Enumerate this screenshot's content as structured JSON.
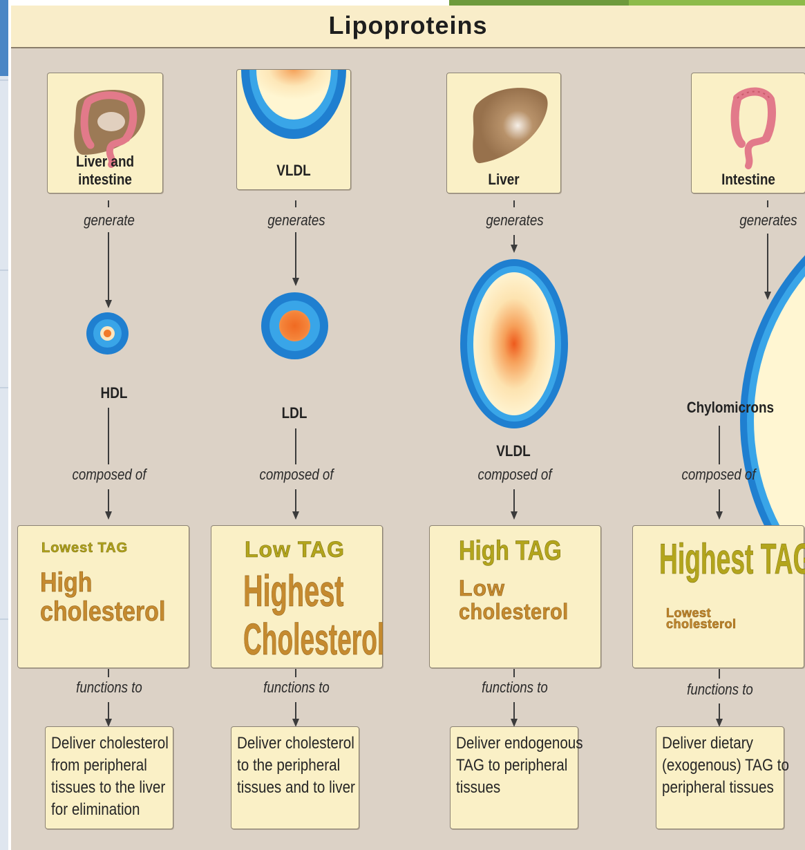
{
  "title": "Lipoproteins",
  "columns": [
    {
      "source": "Liver and intestine",
      "source_icon": "liver-intestine-icon",
      "verb_generate": "generate",
      "particle": "HDL",
      "verb_composed": "composed of",
      "tag_text": "Lowest TAG",
      "chol_text_1": "High",
      "chol_text_2": "cholesterol",
      "verb_functions": "functions to",
      "function_lines": [
        "Deliver cholesterol",
        "from peripheral",
        "tissues to the liver",
        "for elimination"
      ]
    },
    {
      "source": "VLDL",
      "source_icon": "vldl-particle-icon",
      "verb_generate": "generates",
      "particle": "LDL",
      "verb_composed": "composed of",
      "tag_text": "Low TAG",
      "chol_text_1": "Highest",
      "chol_text_2": "Cholesterol",
      "verb_functions": "functions to",
      "function_lines": [
        "Deliver cholesterol",
        "to the peripheral",
        "tissues and to liver"
      ]
    },
    {
      "source": "Liver",
      "source_icon": "liver-icon",
      "verb_generate": "generates",
      "particle": "VLDL",
      "verb_composed": "composed of",
      "tag_text": "High TAG",
      "chol_text_1": "Low",
      "chol_text_2": "cholesterol",
      "verb_functions": "functions to",
      "function_lines": [
        "Deliver endogenous",
        "TAG to peripheral",
        "tissues"
      ]
    },
    {
      "source": "Intestine",
      "source_icon": "intestine-icon",
      "verb_generate": "generates",
      "particle": "Chylomicrons",
      "verb_composed": "composed of",
      "tag_text": "Highest TAG",
      "chol_text_1": "Lowest",
      "chol_text_2": "cholesterol",
      "verb_functions": "functions to",
      "function_lines": [
        "Deliver dietary",
        "(exogenous) TAG to",
        "peripheral tissues"
      ]
    }
  ],
  "colors": {
    "panel_bg": "#dcd2c6",
    "card_bg": "#faf0c6",
    "particle_shell": "#1f7fd0",
    "particle_mid": "#39a5e8",
    "particle_core": "#f07a2a",
    "tag_color": "#b3a51c",
    "cholesterol_color": "#c58a2f"
  }
}
